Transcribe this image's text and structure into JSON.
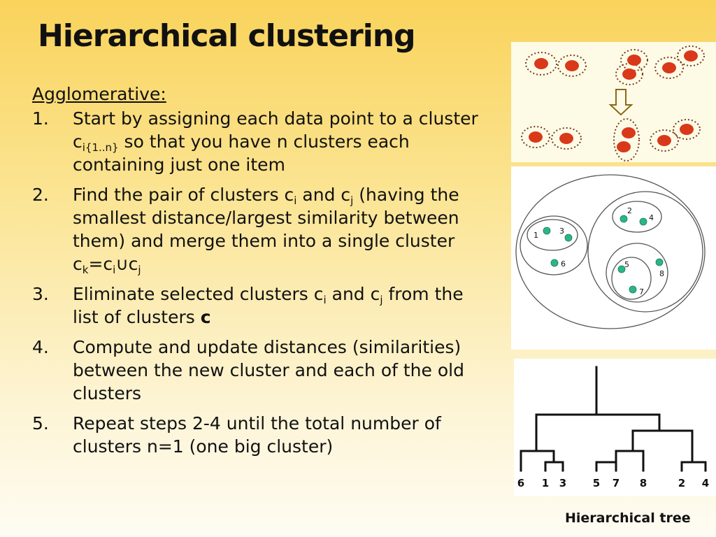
{
  "slide": {
    "title": "Hierarchical clustering",
    "subheading": "Agglomerative:",
    "steps": [
      {
        "num": "1.",
        "p1": "Start by assigning each data point to a cluster c",
        "sub1": "i{1..n}",
        "p2": " so that you have n clusters each containing just one item"
      },
      {
        "num": "2.",
        "p1": "Find the pair of clusters c",
        "sub1": "i",
        "p2": "  and c",
        "sub2": "j",
        "p3": " (having the smallest distance/largest similarity between them) and merge them into a single cluster c",
        "sub3": "k",
        "p4": "=c",
        "sub4": "i",
        "p5": "∪c",
        "sub5": "j"
      },
      {
        "num": "3.",
        "p1": "Eliminate selected clusters c",
        "sub1": "i",
        "p2": " and c",
        "sub2": "j",
        "p3": " from the list of clusters ",
        "bold": "c"
      },
      {
        "num": "4.",
        "p1": "Compute and update distances (similarities) between the new cluster and each of the old clusters"
      },
      {
        "num": "5.",
        "p1": "Repeat steps 2-4 until the total number of clusters n=1 (one big cluster)"
      }
    ]
  },
  "figures": {
    "nested_labels": [
      "1",
      "2",
      "3",
      "4",
      "5",
      "6",
      "7",
      "8"
    ],
    "tree_leaves": [
      "6",
      "1",
      "3",
      "5",
      "7",
      "8",
      "2",
      "4"
    ],
    "tree_caption": "Hierarchical tree"
  },
  "colors": {
    "point_red": "#d9391a",
    "point_green": "#2bb58a",
    "arrow": "#8b6914"
  }
}
